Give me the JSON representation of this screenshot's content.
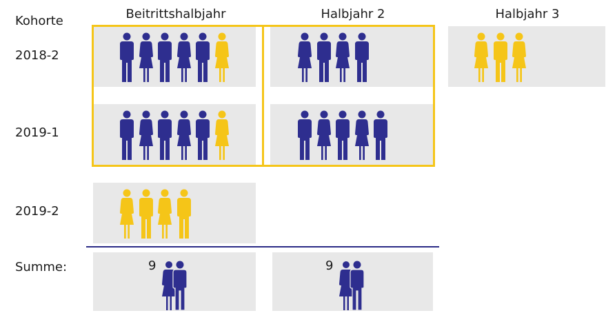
{
  "labels": {
    "cohort_header": "Kohorte",
    "sum_label": "Summe:"
  },
  "columns": [
    "Beitrittshalbjahr",
    "Halbjahr 2",
    "Halbjahr 3"
  ],
  "colors": {
    "blue": "#2e2e8f",
    "yellow": "#f5c518",
    "cell": "#e8e8e8"
  },
  "rows": [
    {
      "cohort": "2018-2",
      "cells": [
        [
          "m",
          "f",
          "m",
          "f",
          "m",
          "f-y"
        ],
        [
          "f",
          "m",
          "f",
          "m"
        ],
        [
          "f-y",
          "m-y",
          "f-y"
        ]
      ]
    },
    {
      "cohort": "2019-1",
      "cells": [
        [
          "m",
          "f",
          "m",
          "f",
          "m",
          "f-y"
        ],
        [
          "m",
          "f",
          "m",
          "f",
          "m"
        ],
        []
      ]
    },
    {
      "cohort": "2019-2",
      "cells": [
        [
          "f-y",
          "m-y",
          "f-y",
          "m-y"
        ],
        [],
        []
      ]
    }
  ],
  "sums": [
    {
      "value": "9"
    },
    {
      "value": "9"
    }
  ]
}
